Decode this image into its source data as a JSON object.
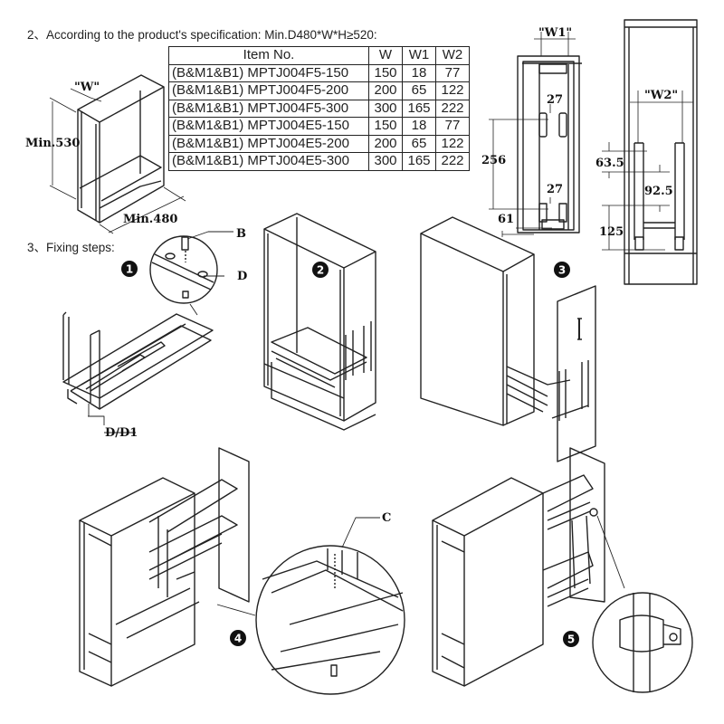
{
  "section2": {
    "heading": "2、According to the product's specification:  Min.D480*W*H≥520:"
  },
  "spec_table": {
    "headers": [
      "Item No.",
      "W",
      "W1",
      "W2"
    ],
    "rows": [
      {
        "item": "(B&M1&B1) MPTJ004F5-150",
        "w": "150",
        "w1": "18",
        "w2": "77"
      },
      {
        "item": "(B&M1&B1) MPTJ004F5-200",
        "w": "200",
        "w1": "65",
        "w2": "122"
      },
      {
        "item": "(B&M1&B1) MPTJ004F5-300",
        "w": "300",
        "w1": "165",
        "w2": "222"
      },
      {
        "item": "(B&M1&B1) MPTJ004E5-150",
        "w": "150",
        "w1": "18",
        "w2": "77"
      },
      {
        "item": "(B&M1&B1) MPTJ004E5-200",
        "w": "200",
        "w1": "65",
        "w2": "122"
      },
      {
        "item": "(B&M1&B1) MPTJ004E5-300",
        "w": "300",
        "w1": "165",
        "w2": "222"
      }
    ]
  },
  "cabinet_diagram": {
    "w_label": "\"W\"",
    "height_label": "Min.530",
    "depth_label": "Min.480"
  },
  "front_view_w1": {
    "w1_label": "\"W1\"",
    "dim_top_gap": "27",
    "dim_height": "256",
    "dim_bottom_gap": "27",
    "dim_base": "61"
  },
  "front_view_w2": {
    "w2_label": "\"W2\"",
    "dim_top": "63.5",
    "dim_mid": "92.5",
    "dim_base": "125"
  },
  "section3": {
    "heading": "3、Fixing steps:"
  },
  "steps": [
    {
      "number": "1",
      "callouts": [
        "B",
        "D",
        "D/D1"
      ]
    },
    {
      "number": "2",
      "callouts": []
    },
    {
      "number": "3",
      "callouts": []
    },
    {
      "number": "4",
      "callouts": [
        "C"
      ]
    },
    {
      "number": "5",
      "callouts": []
    }
  ]
}
